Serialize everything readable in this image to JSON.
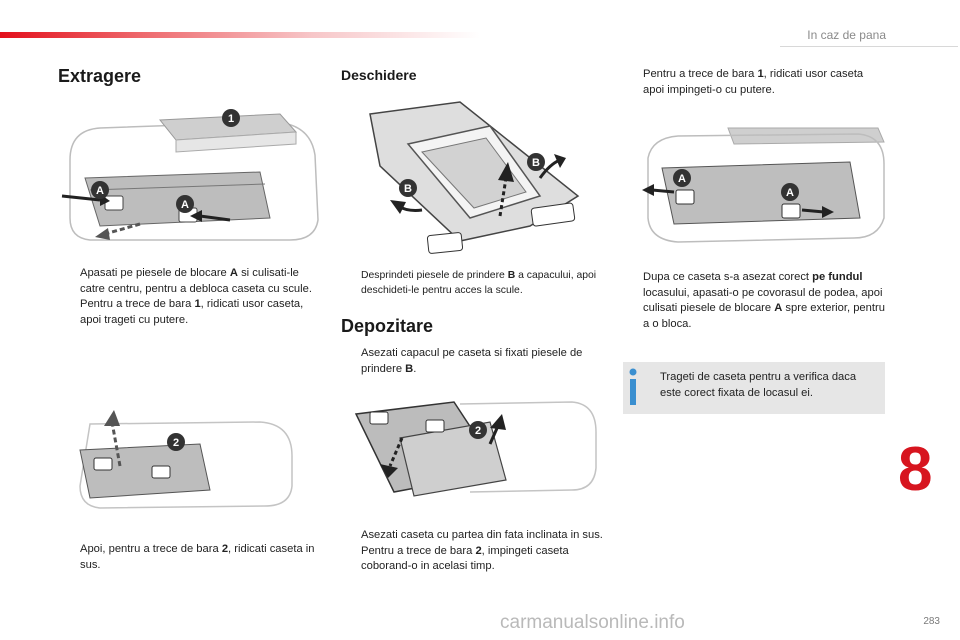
{
  "header": {
    "section_title": "In caz de pana",
    "page_number": "283",
    "chapter_number": "8",
    "accent_color": "#e3101c"
  },
  "col1": {
    "title": "Extragere",
    "para1": {
      "item1": {
        "prefix": "Apasati pe piesele de blocare ",
        "bold": "A",
        "suffix": " si culisati-le catre centru, pentru a debloca caseta cu scule."
      },
      "item2": {
        "prefix": "Pentru a trece de bara ",
        "bold": "1",
        "suffix": ", ridicati usor caseta, apoi trageti cu putere."
      }
    },
    "para2": {
      "item1": {
        "prefix": "Apoi, pentru a trece de bara ",
        "bold": "2",
        "suffix": ", ridicati caseta in sus."
      }
    },
    "fig1_labels": {
      "a1": "A",
      "a2": "A",
      "n1": "1"
    },
    "fig2_labels": {
      "n2": "2"
    }
  },
  "col2": {
    "title1": "Deschidere",
    "para1": {
      "item1": {
        "prefix": "Desprindeti piesele de prindere ",
        "bold": "B",
        "suffix": " a capacului, apoi deschideti-le pentru acces la scule."
      }
    },
    "title2": "Depozitare",
    "para2": {
      "item1": {
        "prefix": "Asezati capacul pe caseta si fixati piesele de prindere ",
        "bold": "B",
        "suffix": "."
      }
    },
    "para3": {
      "item1": {
        "prefix": "Asezati caseta cu partea din fata inclinata in sus."
      },
      "item2": {
        "prefix": "Pentru a trece de bara ",
        "bold": "2",
        "suffix": ", impingeti caseta coborand-o in acelasi timp."
      }
    },
    "fig1_labels": {
      "b1": "B",
      "b2": "B"
    },
    "fig2_labels": {
      "n2": "2"
    }
  },
  "col3": {
    "para1": {
      "item1": {
        "prefix": "Pentru a trece de bara ",
        "bold": "1",
        "suffix": ", ridicati usor caseta apoi impingeti-o cu putere."
      }
    },
    "para2": {
      "item1": {
        "prefix": "Dupa ce caseta s-a asezat corect ",
        "bold": "pe fundul",
        "suffix": " locasului, apasati-o pe covorasul de podea, apoi culisati piesele de blocare ",
        "bold2": "A",
        "suffix2": " spre exterior, pentru a o bloca."
      }
    },
    "info": "Trageti de caseta pentru a verifica daca este corect fixata de locasul ei.",
    "fig_labels": {
      "a1": "A",
      "a2": "A"
    }
  },
  "bullet_glyph": "",
  "watermark": "carmanualsonline.info"
}
